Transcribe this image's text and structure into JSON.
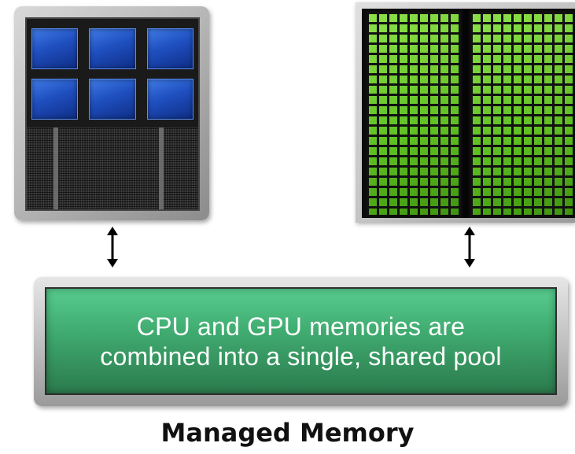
{
  "memory_pool": {
    "line_1": "CPU and GPU memories are",
    "line_2": "combined into a single, shared pool"
  },
  "caption": "Managed Memory",
  "colors": {
    "cpu_core": "#2b5fd0",
    "gpu_core": "#6fcf2e",
    "memory_pool": "#3ea86d",
    "chip_frame": "#bdbdbd"
  }
}
